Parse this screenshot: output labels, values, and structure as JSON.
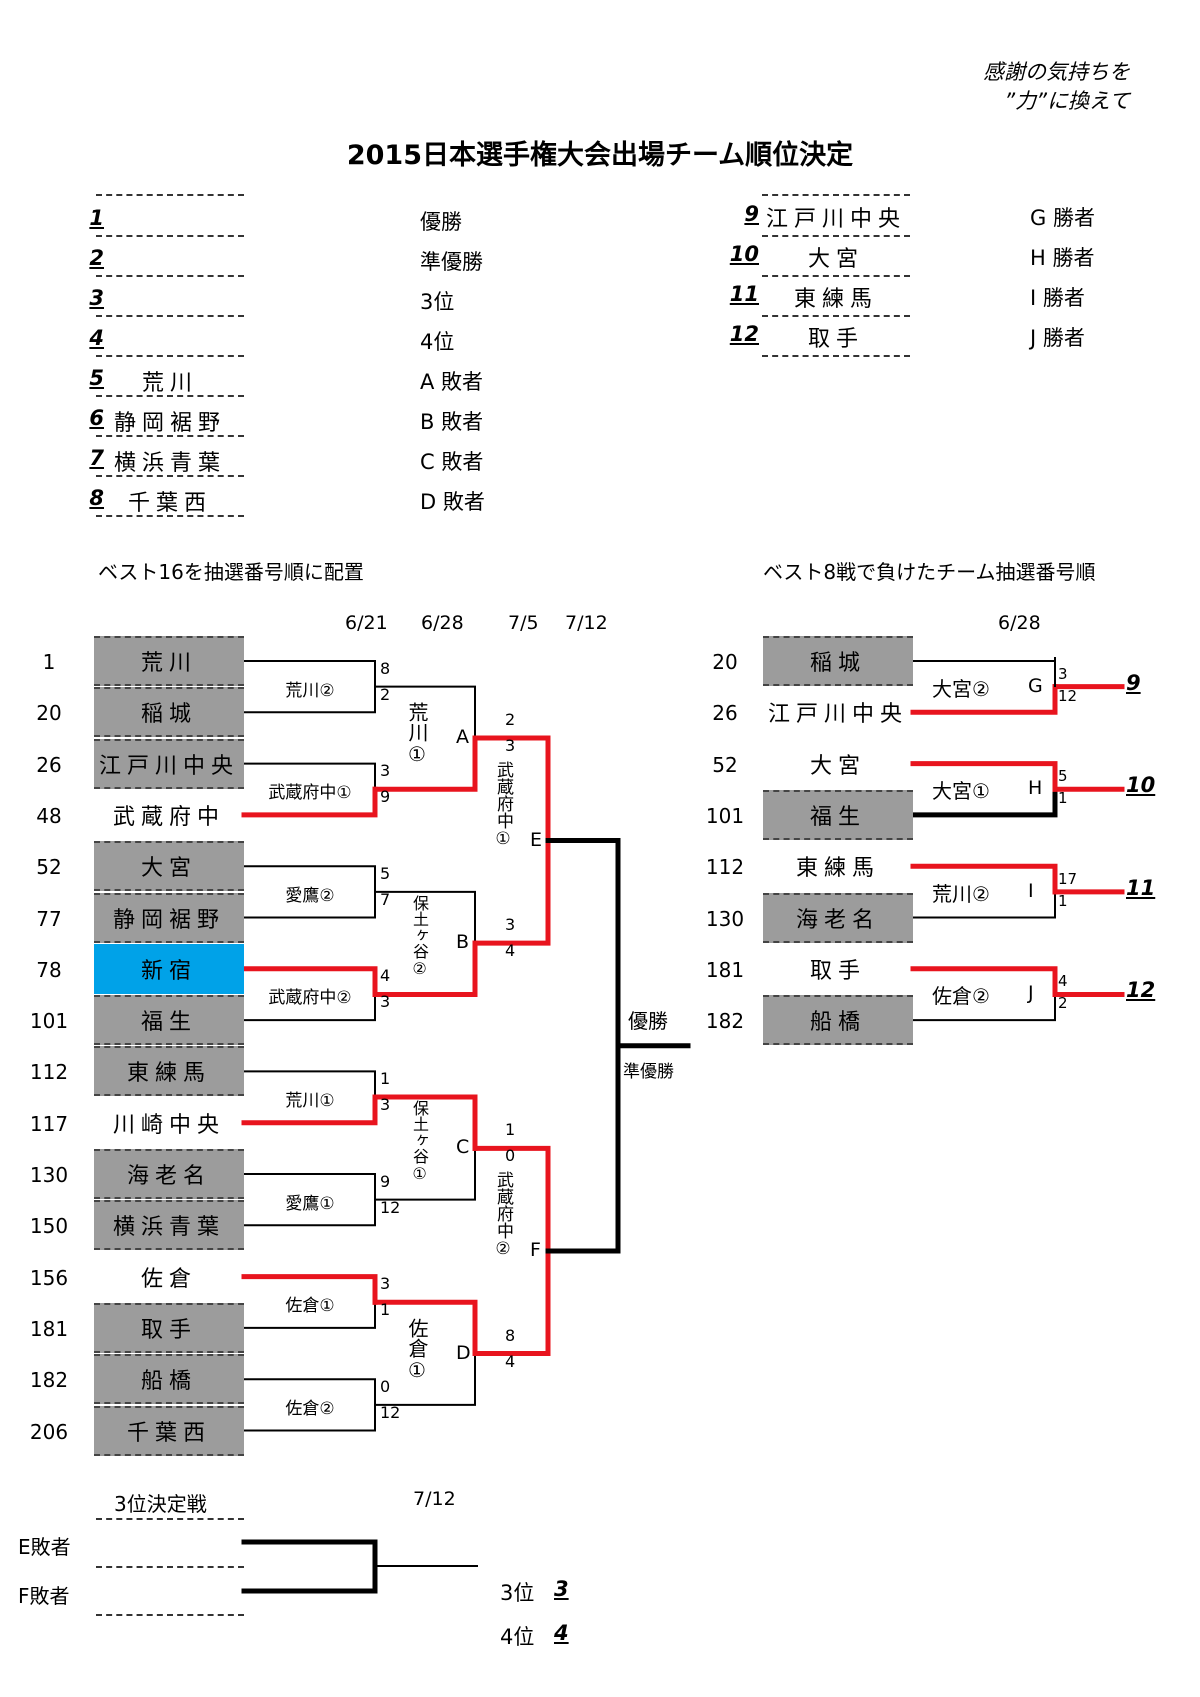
{
  "motto": [
    "感謝の気持ちを",
    "”力”に換えて"
  ],
  "title": "2015日本選手権大会出場チーム順位決定",
  "ranking": [
    {
      "num": "1",
      "name": "",
      "desc": "優勝"
    },
    {
      "num": "2",
      "name": "",
      "desc": "準優勝"
    },
    {
      "num": "3",
      "name": "",
      "desc": "3位"
    },
    {
      "num": "4",
      "name": "",
      "desc": "4位"
    },
    {
      "num": "5",
      "name": "荒川",
      "desc": "A 敗者"
    },
    {
      "num": "6",
      "name": "静岡裾野",
      "desc": "B 敗者"
    },
    {
      "num": "7",
      "name": "横浜青葉",
      "desc": "C 敗者"
    },
    {
      "num": "8",
      "name": "千葉西",
      "desc": "D 敗者"
    },
    {
      "num": "9",
      "name": "江戸川中央",
      "desc": "G 勝者"
    },
    {
      "num": "10",
      "name": "大宮",
      "desc": "H 勝者"
    },
    {
      "num": "11",
      "name": "東練馬",
      "desc": "I 勝者"
    },
    {
      "num": "12",
      "name": "取手",
      "desc": "J 勝者"
    }
  ],
  "left_section_title": "ベスト16を抽選番号順に配置",
  "right_section_title": "ベスト8戦で負けたチーム抽選番号順",
  "dates": [
    "6/21",
    "6/28",
    "7/5",
    "7/12"
  ],
  "right_date": "6/28",
  "left_bracket": {
    "teams": [
      {
        "seed": "1",
        "name": "荒川",
        "shade": "gray"
      },
      {
        "seed": "20",
        "name": "稲城",
        "shade": "gray"
      },
      {
        "seed": "26",
        "name": "江戸川中央",
        "shade": "gray"
      },
      {
        "seed": "48",
        "name": "武蔵府中",
        "shade": "none"
      },
      {
        "seed": "52",
        "name": "大宮",
        "shade": "gray"
      },
      {
        "seed": "77",
        "name": "静岡裾野",
        "shade": "gray"
      },
      {
        "seed": "78",
        "name": "新宿",
        "shade": "blue"
      },
      {
        "seed": "101",
        "name": "福生",
        "shade": "gray"
      },
      {
        "seed": "112",
        "name": "東練馬",
        "shade": "gray"
      },
      {
        "seed": "117",
        "name": "川崎中央",
        "shade": "none"
      },
      {
        "seed": "130",
        "name": "海老名",
        "shade": "gray"
      },
      {
        "seed": "150",
        "name": "横浜青葉",
        "shade": "gray"
      },
      {
        "seed": "156",
        "name": "佐倉",
        "shade": "none"
      },
      {
        "seed": "181",
        "name": "取手",
        "shade": "gray"
      },
      {
        "seed": "182",
        "name": "船橋",
        "shade": "gray"
      },
      {
        "seed": "206",
        "name": "千葉西",
        "shade": "gray"
      }
    ],
    "round1": [
      {
        "label": "荒川②",
        "scores": [
          "8",
          "2"
        ]
      },
      {
        "label": "武蔵府中①",
        "scores": [
          "3",
          "9"
        ]
      },
      {
        "label": "愛鷹②",
        "scores": [
          "5",
          "7"
        ]
      },
      {
        "label": "武蔵府中②",
        "scores": [
          "4",
          "3"
        ]
      },
      {
        "label": "荒川①",
        "scores": [
          "1",
          "3"
        ]
      },
      {
        "label": "愛鷹①",
        "scores": [
          "9",
          "12"
        ]
      },
      {
        "label": "佐倉①",
        "scores": [
          "3",
          "1"
        ]
      },
      {
        "label": "佐倉②",
        "scores": [
          "0",
          "12"
        ]
      }
    ],
    "round2": [
      {
        "id": "A",
        "umpire": "荒川①",
        "scores": [
          "2",
          "3"
        ]
      },
      {
        "id": "B",
        "umpire": "保土ヶ谷②",
        "scores": [
          "3",
          "4"
        ]
      },
      {
        "id": "C",
        "umpire": "保土ヶ谷①",
        "scores": [
          "1",
          "0"
        ]
      },
      {
        "id": "D",
        "umpire": "佐倉①",
        "scores": [
          "8",
          "4"
        ]
      }
    ],
    "round3": [
      {
        "id": "E",
        "umpire": "武蔵府中①"
      },
      {
        "id": "F",
        "umpire": "武蔵府中②"
      }
    ],
    "final": {
      "winner_label": "優勝",
      "runner_up_label": "準優勝"
    }
  },
  "right_bracket": {
    "teams": [
      {
        "seed": "20",
        "name": "稲城",
        "shade": "gray"
      },
      {
        "seed": "26",
        "name": "江戸川中央",
        "shade": "none"
      },
      {
        "seed": "52",
        "name": "大宮",
        "shade": "none"
      },
      {
        "seed": "101",
        "name": "福生",
        "shade": "gray"
      },
      {
        "seed": "112",
        "name": "東練馬",
        "shade": "none"
      },
      {
        "seed": "130",
        "name": "海老名",
        "shade": "gray"
      },
      {
        "seed": "181",
        "name": "取手",
        "shade": "none"
      },
      {
        "seed": "182",
        "name": "船橋",
        "shade": "gray"
      }
    ],
    "matches": [
      {
        "id": "G",
        "umpire": "大宮②",
        "scores": [
          "3",
          "12"
        ],
        "result": "9"
      },
      {
        "id": "H",
        "umpire": "大宮①",
        "scores": [
          "5",
          "1"
        ],
        "result": "10"
      },
      {
        "id": "I",
        "umpire": "荒川②",
        "scores": [
          "17",
          "1"
        ],
        "result": "11"
      },
      {
        "id": "J",
        "umpire": "佐倉②",
        "scores": [
          "4",
          "2"
        ],
        "result": "12"
      }
    ]
  },
  "third_place": {
    "title": "3位決定戦",
    "date": "7/12",
    "entrants": [
      "E敗者",
      "F敗者"
    ],
    "results": [
      {
        "label": "3位",
        "num": "3"
      },
      {
        "label": "4位",
        "num": "4"
      }
    ]
  },
  "colors": {
    "win_line": "#e8141e",
    "shade": "#9c9c9c",
    "highlight": "#00a2e8",
    "line": "#000000"
  }
}
